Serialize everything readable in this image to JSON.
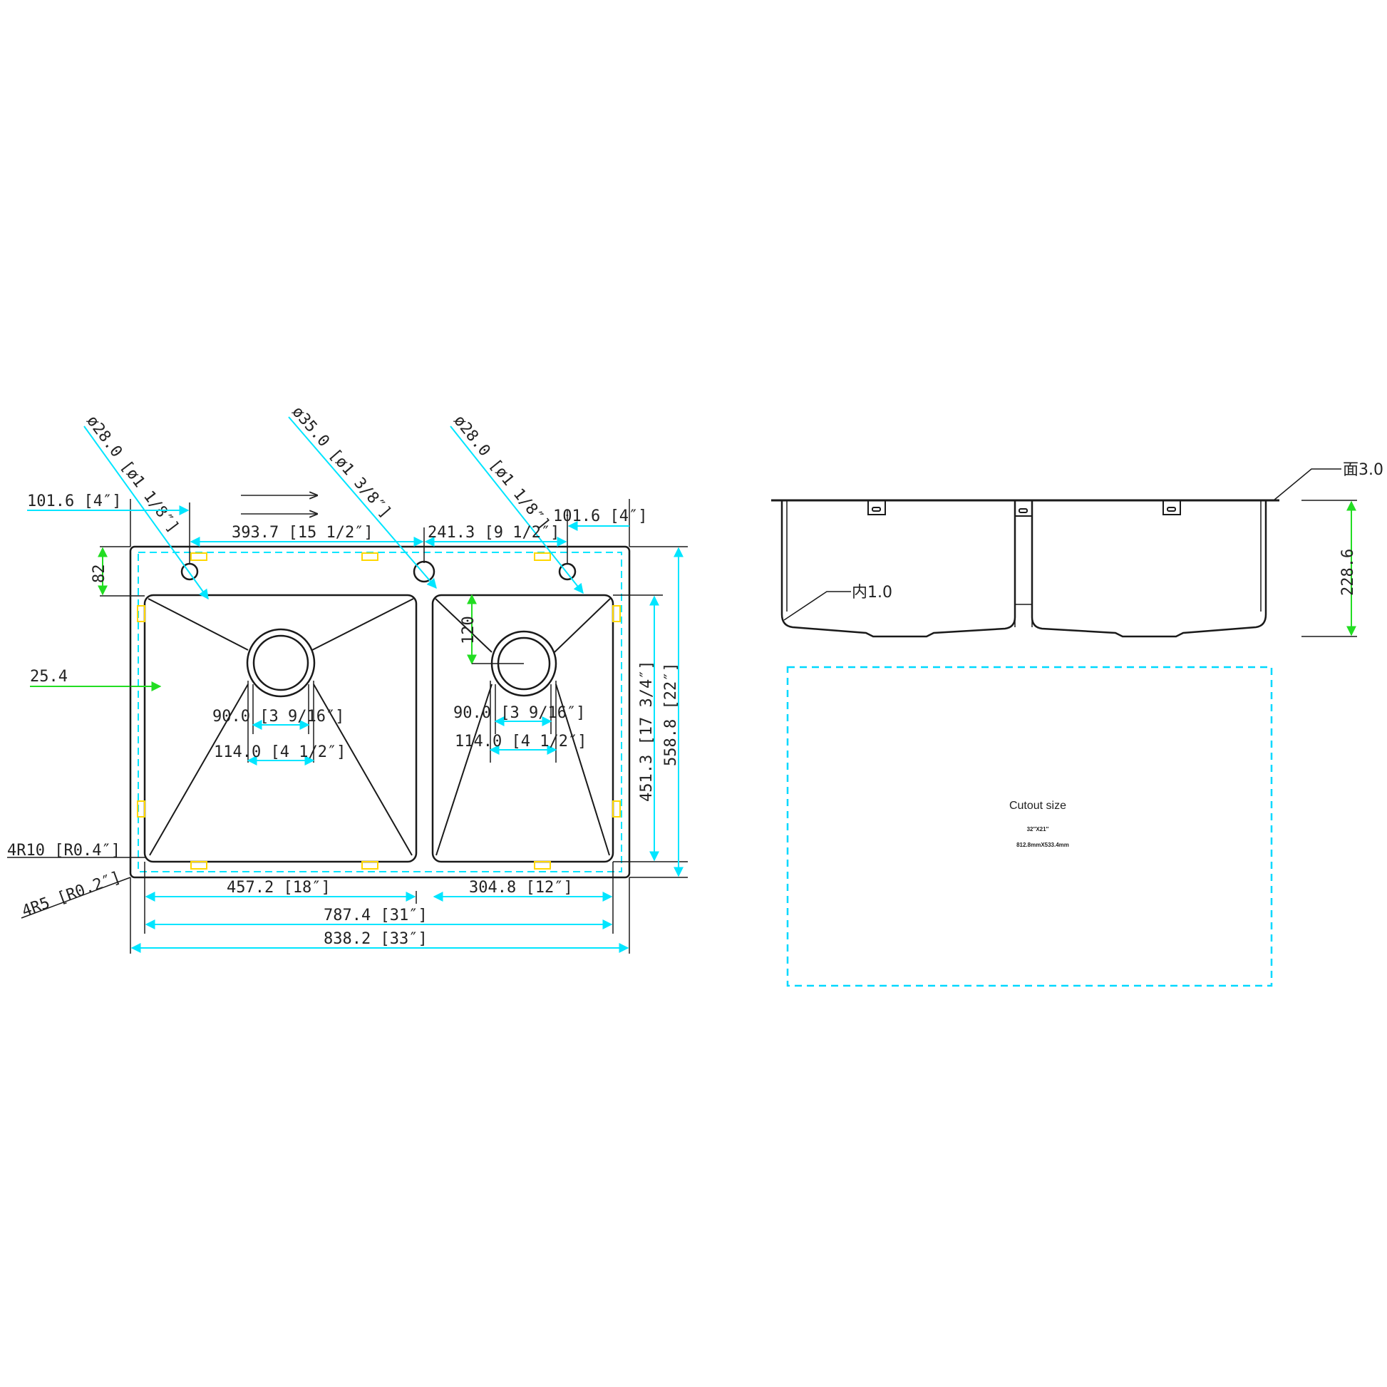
{
  "colors": {
    "outline": "#1a1a1a",
    "dimension": "#00e5ff",
    "dim_green": "#22dd22",
    "clip": "#ffd700",
    "cutout": "#00d8ff"
  },
  "top_view": {
    "holes": {
      "left": "ø28.0 [ø1 1/8″]",
      "center": "ø35.0 [ø1 3/8″]",
      "right": "ø28.0 [ø1 1/8″]"
    },
    "dims": {
      "left_offset": "101.6 [4″]",
      "right_offset": "101.6 [4″]",
      "hole_spacing_left": "393.7 [15 1/2″]",
      "hole_spacing_right": "241.3 [9 1/2″]",
      "hole_depth": "82",
      "rim_width": "25.4",
      "bowl_radius": "4R10 [R0.4″]",
      "outer_radius": "4R5 [R0.2″]",
      "left_bowl_width": "457.2 [18″]",
      "right_bowl_width": "304.8 [12″]",
      "bowls_total_width": "787.4 [31″]",
      "overall_width": "838.2 [33″]",
      "bowl_depth": "451.3 [17 3/4″]",
      "overall_depth": "558.8 [22″]",
      "drain_offset": "120",
      "left_drain_inner": "90.0 [3 9/16″]",
      "left_drain_outer": "114.0 [4 1/2″]",
      "right_drain_inner": "90.0 [3 9/16″]",
      "right_drain_outer": "114.0 [4 1/2″]"
    }
  },
  "side_view": {
    "deck_thickness": "面3.0",
    "wall_thickness": "内1.0",
    "bowl_height": "228.6"
  },
  "cutout": {
    "title": "Cutout size",
    "size_in": "32″X21″",
    "size_mm": "812.8mmX533.4mm"
  }
}
